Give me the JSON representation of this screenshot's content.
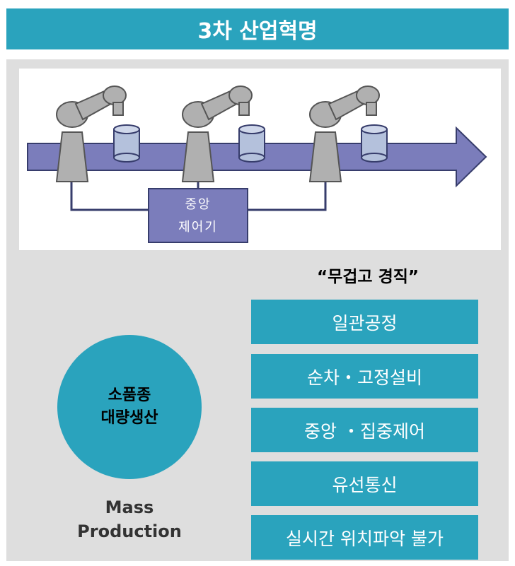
{
  "title": "3차 산업혁명",
  "illustration": {
    "controller_line1": "중앙",
    "controller_line2": "제어기",
    "colors": {
      "arrow": "#7b7dbb",
      "robot": "#b0b0b0",
      "container": "#b4c1dc",
      "line": "#373d6c"
    }
  },
  "quote": "“무겁고 경직”",
  "circle": {
    "line1": "소품종",
    "line2": "대량생산"
  },
  "caption": {
    "line1": "Mass",
    "line2": "Production"
  },
  "features": [
    "일관공정",
    "순차・고정설비",
    "중앙 ・집중제어",
    "유선통신",
    "실시간 위치파악 불가"
  ],
  "colors": {
    "accent": "#2aa3bd",
    "panel": "#dedede"
  }
}
